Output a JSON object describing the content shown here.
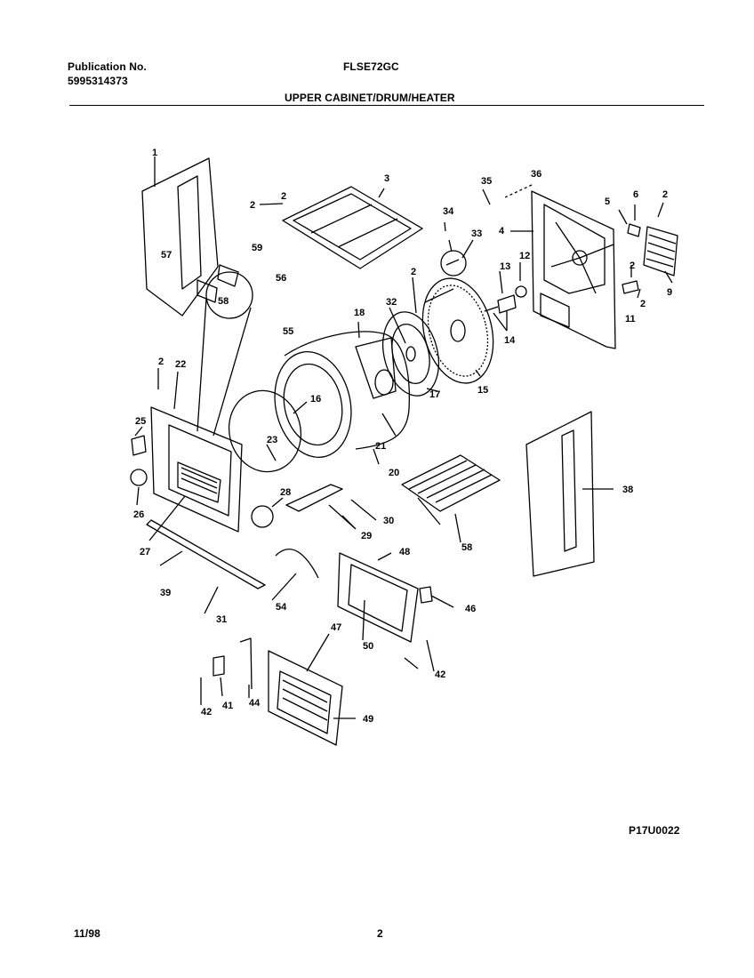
{
  "header": {
    "publication_label": "Publication No.",
    "publication_number": "5995314373",
    "model": "FLSE72GC",
    "section_title": "UPPER CABINET/DRUM/HEATER"
  },
  "footer": {
    "diagram_code": "P17U0022",
    "date": "11/98",
    "page": "2"
  },
  "callouts": [
    "1",
    "2",
    "3",
    "2",
    "34",
    "33",
    "35",
    "36",
    "4",
    "5",
    "6",
    "2",
    "9",
    "2",
    "2",
    "11",
    "13",
    "12",
    "14",
    "59",
    "57",
    "58",
    "56",
    "55",
    "18",
    "32",
    "2",
    "15",
    "17",
    "16",
    "20",
    "21",
    "22",
    "2",
    "25",
    "26",
    "27",
    "23",
    "28",
    "29",
    "30",
    "39",
    "31",
    "54",
    "48",
    "50",
    "46",
    "42",
    "58",
    "38",
    "47",
    "49",
    "44",
    "41",
    "42"
  ]
}
